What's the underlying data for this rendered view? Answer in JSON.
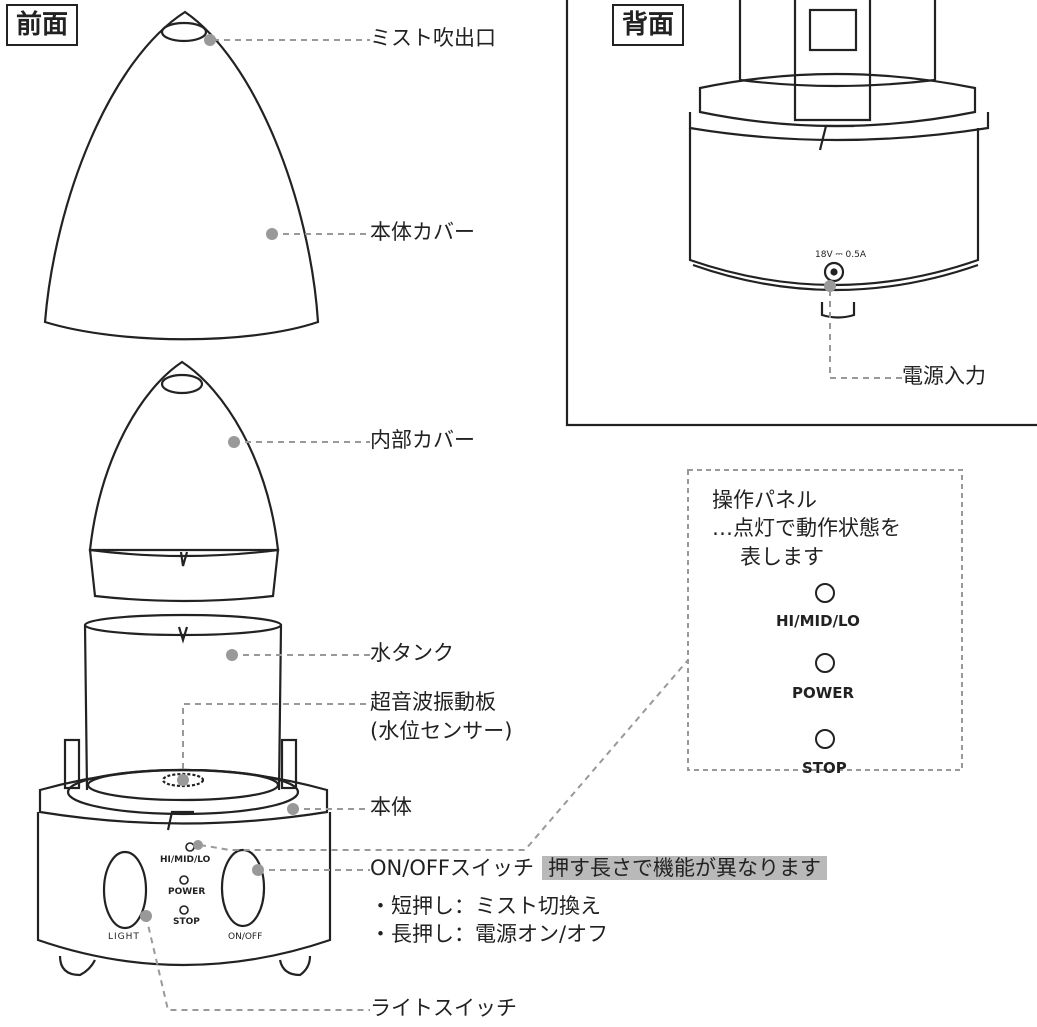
{
  "front": {
    "tag": "前面"
  },
  "back": {
    "tag": "背面",
    "rating": "18V ⎓ 0.5A",
    "power_input_label": "電源入力"
  },
  "labels": {
    "mist_outlet": "ミスト吹出口",
    "body_cover": "本体カバー",
    "inner_cover": "内部カバー",
    "water_tank": "水タンク",
    "vibrator_line1": "超音波振動板",
    "vibrator_line2": "(水位センサー)",
    "body": "本体",
    "onoff_switch": "ON/OFFスイッチ",
    "onoff_note": "押す長さで機能が異なります",
    "short_press": "・短押し：ミスト切換え",
    "long_press": "・長押し：電源オン/オフ",
    "light_switch": "ライトスイッチ"
  },
  "device_panel": {
    "hi_mid_lo": "HI/MID/LO",
    "power": "POWER",
    "stop": "STOP",
    "light": "LIGHT",
    "onoff": "ON/OFF"
  },
  "panel_callout": {
    "title": "操作パネル",
    "desc_line1": "…点灯で動作状態を",
    "desc_line2": "表します",
    "leds": [
      "HI/MID/LO",
      "POWER",
      "STOP"
    ]
  }
}
